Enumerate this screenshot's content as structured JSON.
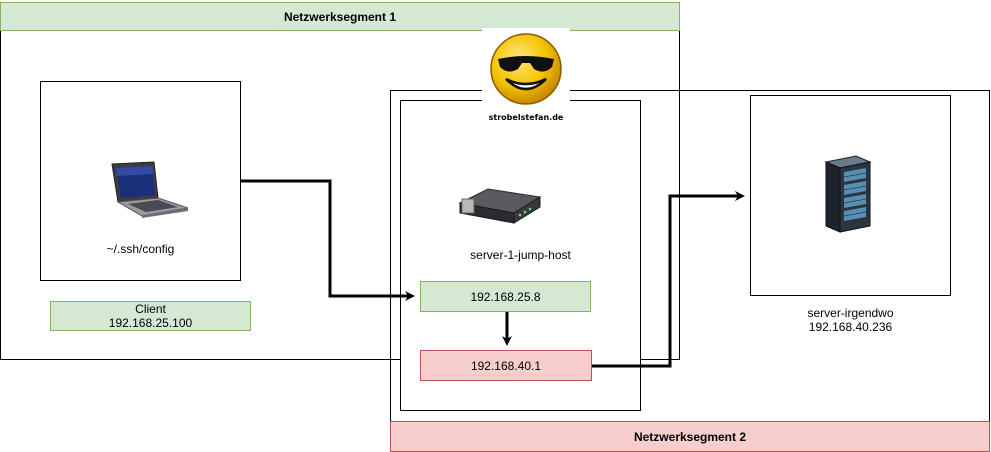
{
  "segments": {
    "seg1_label": "Netzwerksegment 1",
    "seg2_label": "Netzwerksegment 2"
  },
  "client": {
    "config_label": "~/.ssh/config",
    "name": "Client",
    "ip": "192.168.25.100"
  },
  "jump_host": {
    "name": "server-1-jump-host",
    "ip_segment1": "192.168.25.8",
    "ip_segment2": "192.168.40.1"
  },
  "target": {
    "name": "server-irgendwo",
    "ip": "192.168.40.236"
  },
  "logo": {
    "text": "strobelstefan.de"
  },
  "colors": {
    "segment1_fill": "#d5e8d4",
    "segment1_stroke": "#82b366",
    "segment2_fill": "#f8cecc",
    "segment2_stroke": "#b85450"
  },
  "icons": {
    "client": "laptop-icon",
    "jump_host": "router-icon",
    "target": "server-rack-icon",
    "logo": "sunglasses-smiley-icon"
  }
}
